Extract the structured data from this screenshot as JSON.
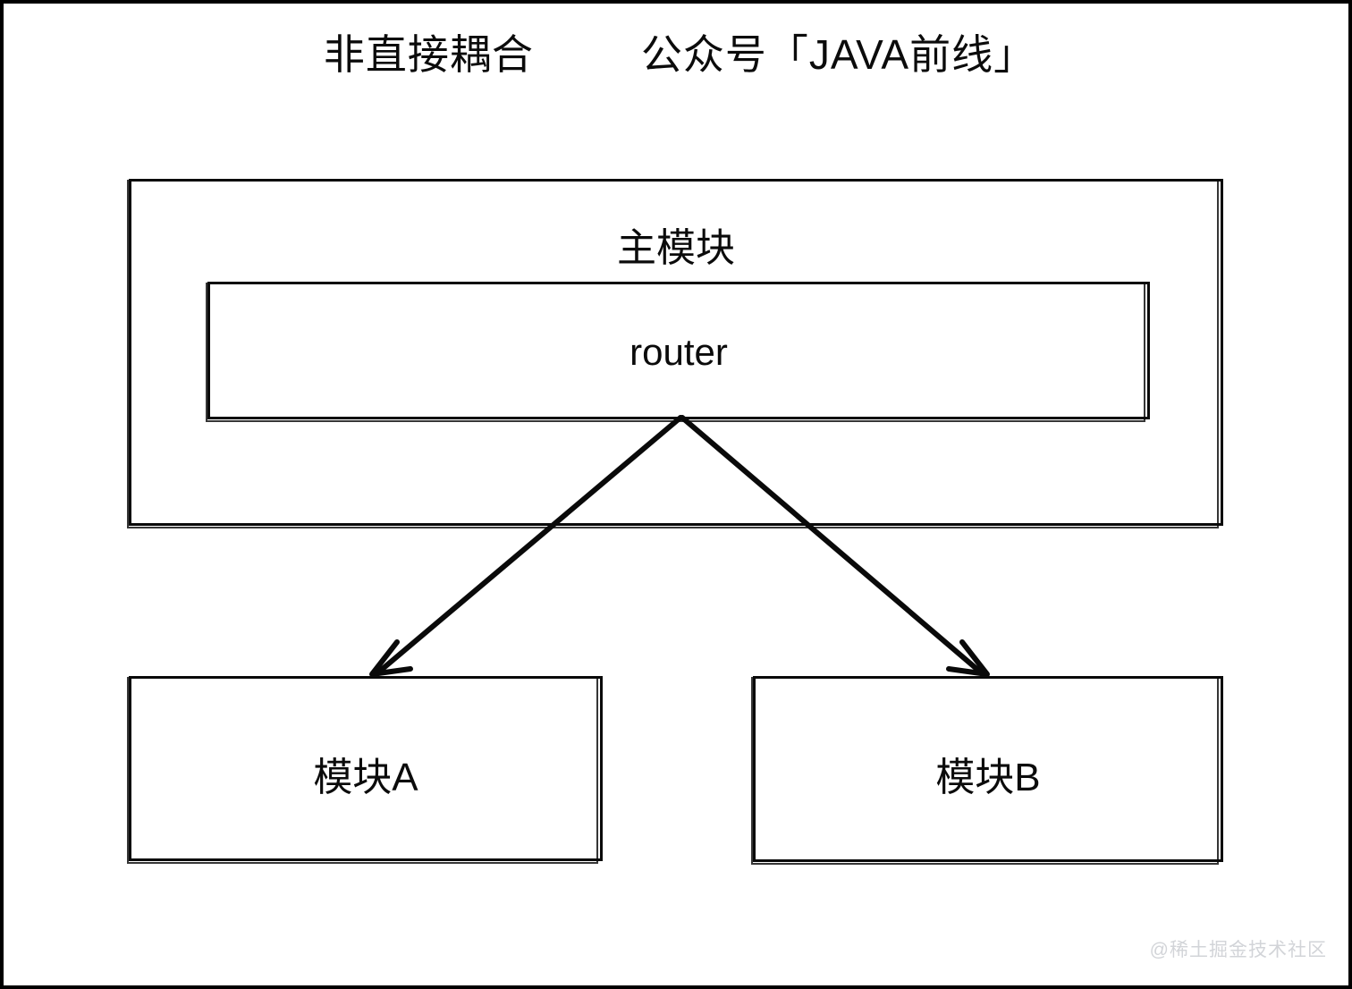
{
  "diagram": {
    "titles": [
      {
        "text": "非直接耦合"
      },
      {
        "text": "公众号「JAVA前线」"
      }
    ],
    "nodes": {
      "main_module": {
        "label": "主模块"
      },
      "router": {
        "label": "router"
      },
      "module_a": {
        "label": "模块A"
      },
      "module_b": {
        "label": "模块B"
      }
    },
    "edges": [
      {
        "from": "router",
        "to": "module_a",
        "arrowhead": "open-v"
      },
      {
        "from": "router",
        "to": "module_b",
        "arrowhead": "open-v"
      }
    ],
    "watermark": "@稀土掘金技术社区",
    "colors": {
      "stroke": "#0a0a0a",
      "background": "#ffffff",
      "watermark": "#d2d4d8"
    }
  }
}
